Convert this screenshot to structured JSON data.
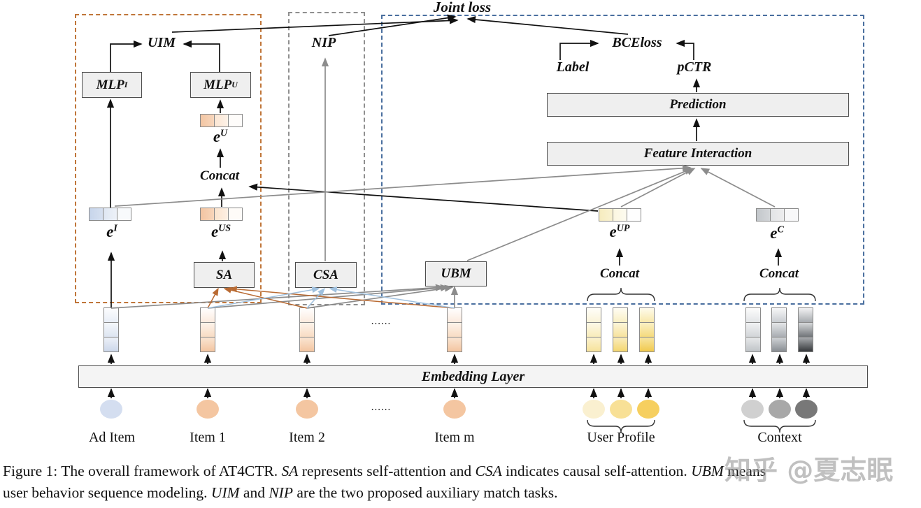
{
  "top": {
    "joint_loss": "Joint loss"
  },
  "losses": {
    "uim": "UIM",
    "nip": "NIP",
    "bce": "BCEloss",
    "label": "Label",
    "pctr": "pCTR"
  },
  "boxes": {
    "mlp_i": {
      "base": "MLP",
      "sub": "I"
    },
    "mlp_u": {
      "base": "MLP",
      "sub": "U"
    },
    "sa": "SA",
    "csa": "CSA",
    "ubm": "UBM",
    "prediction": "Prediction",
    "feature_interaction": "Feature Interaction",
    "embedding_layer": "Embedding Layer"
  },
  "embeddings": {
    "e_u": {
      "base": "e",
      "sup": "U"
    },
    "e_i": {
      "base": "e",
      "sup": "I"
    },
    "e_us": {
      "base": "e",
      "sup": "US"
    },
    "e_up": {
      "base": "e",
      "sup": "UP"
    },
    "e_c": {
      "base": "e",
      "sup": "C"
    }
  },
  "concat_label": "Concat",
  "dots": "......",
  "inputs": {
    "ad_item": "Ad Item",
    "item1": "Item 1",
    "item2": "Item 2",
    "item_m": "Item m",
    "user_profile": "User Profile",
    "context": "Context"
  },
  "caption": {
    "line1_segments": [
      {
        "t": "Figure 1: The overall framework of AT4CTR. "
      },
      {
        "t": "SA",
        "i": true
      },
      {
        "t": " represents self-attention and "
      },
      {
        "t": "CSA",
        "i": true
      },
      {
        "t": " indicates causal self-attention. "
      },
      {
        "t": "UBM",
        "i": true
      },
      {
        "t": " means"
      }
    ],
    "line2_segments": [
      {
        "t": "user behavior sequence modeling. "
      },
      {
        "t": "UIM",
        "i": true
      },
      {
        "t": " and "
      },
      {
        "t": "NIP",
        "i": true
      },
      {
        "t": " are the two proposed auxiliary match tasks."
      }
    ]
  },
  "watermark": "知乎 @夏志眠",
  "colors": {
    "accent_orange_box": "#c0763a",
    "accent_gray_box": "#8f8f8f",
    "accent_blue_box": "#4a6f9f",
    "arrow_black": "#111111",
    "arrow_gray": "#8c8c8c",
    "arrow_orange": "#b96a32",
    "arrow_lightblue": "#9fc0de",
    "module_fill": "#efefef",
    "ad_item_blue": "#d4def0",
    "item_orange": "#f4c6a1",
    "profile_yellow": "#f6cf5f",
    "context_gray": "#787878"
  }
}
